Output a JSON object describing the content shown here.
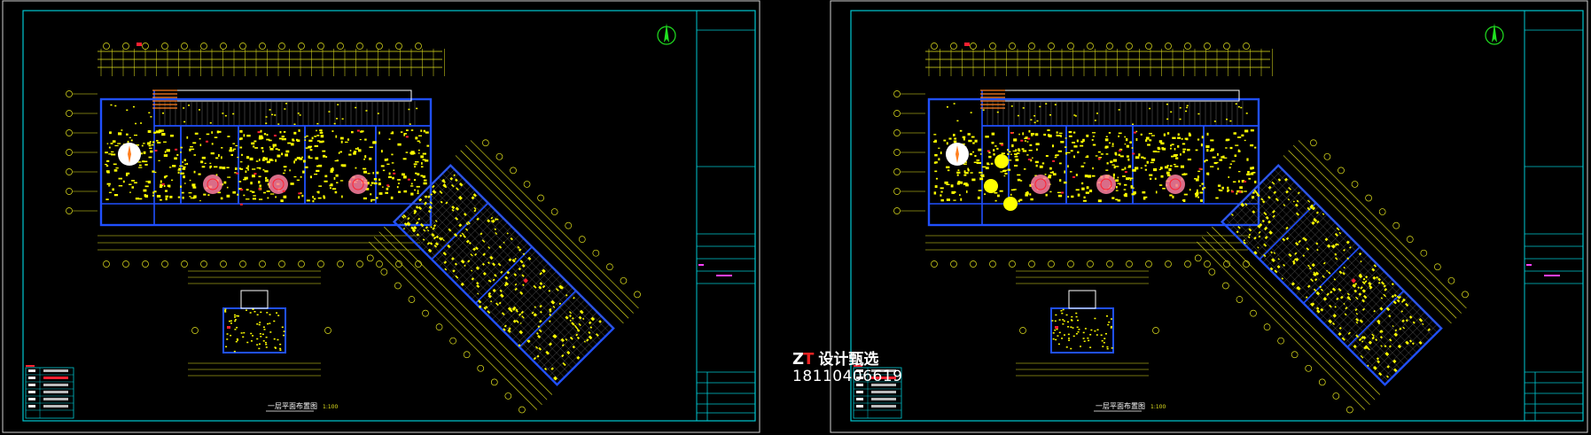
{
  "colors": {
    "background": "#000000",
    "frame": "#00c8d2",
    "wall": "#2050ff",
    "dimension": "#e6e61e",
    "furniture": "#ffff00",
    "annotation": "#ff2030",
    "pattern": "#ff80a0",
    "north": "#20e020",
    "hatch": "#ff8020",
    "titleText": "#ff40ff"
  },
  "panels": [
    {
      "id": "left",
      "drawing_title": "一层平面布置图",
      "scale": "1:100"
    },
    {
      "id": "right",
      "drawing_title": "一层平面布置图",
      "scale": "1:100"
    }
  ],
  "watermark": {
    "logo_part1": "Z",
    "logo_part2": "T",
    "name": "设计甄选",
    "phone": "18110406619"
  }
}
